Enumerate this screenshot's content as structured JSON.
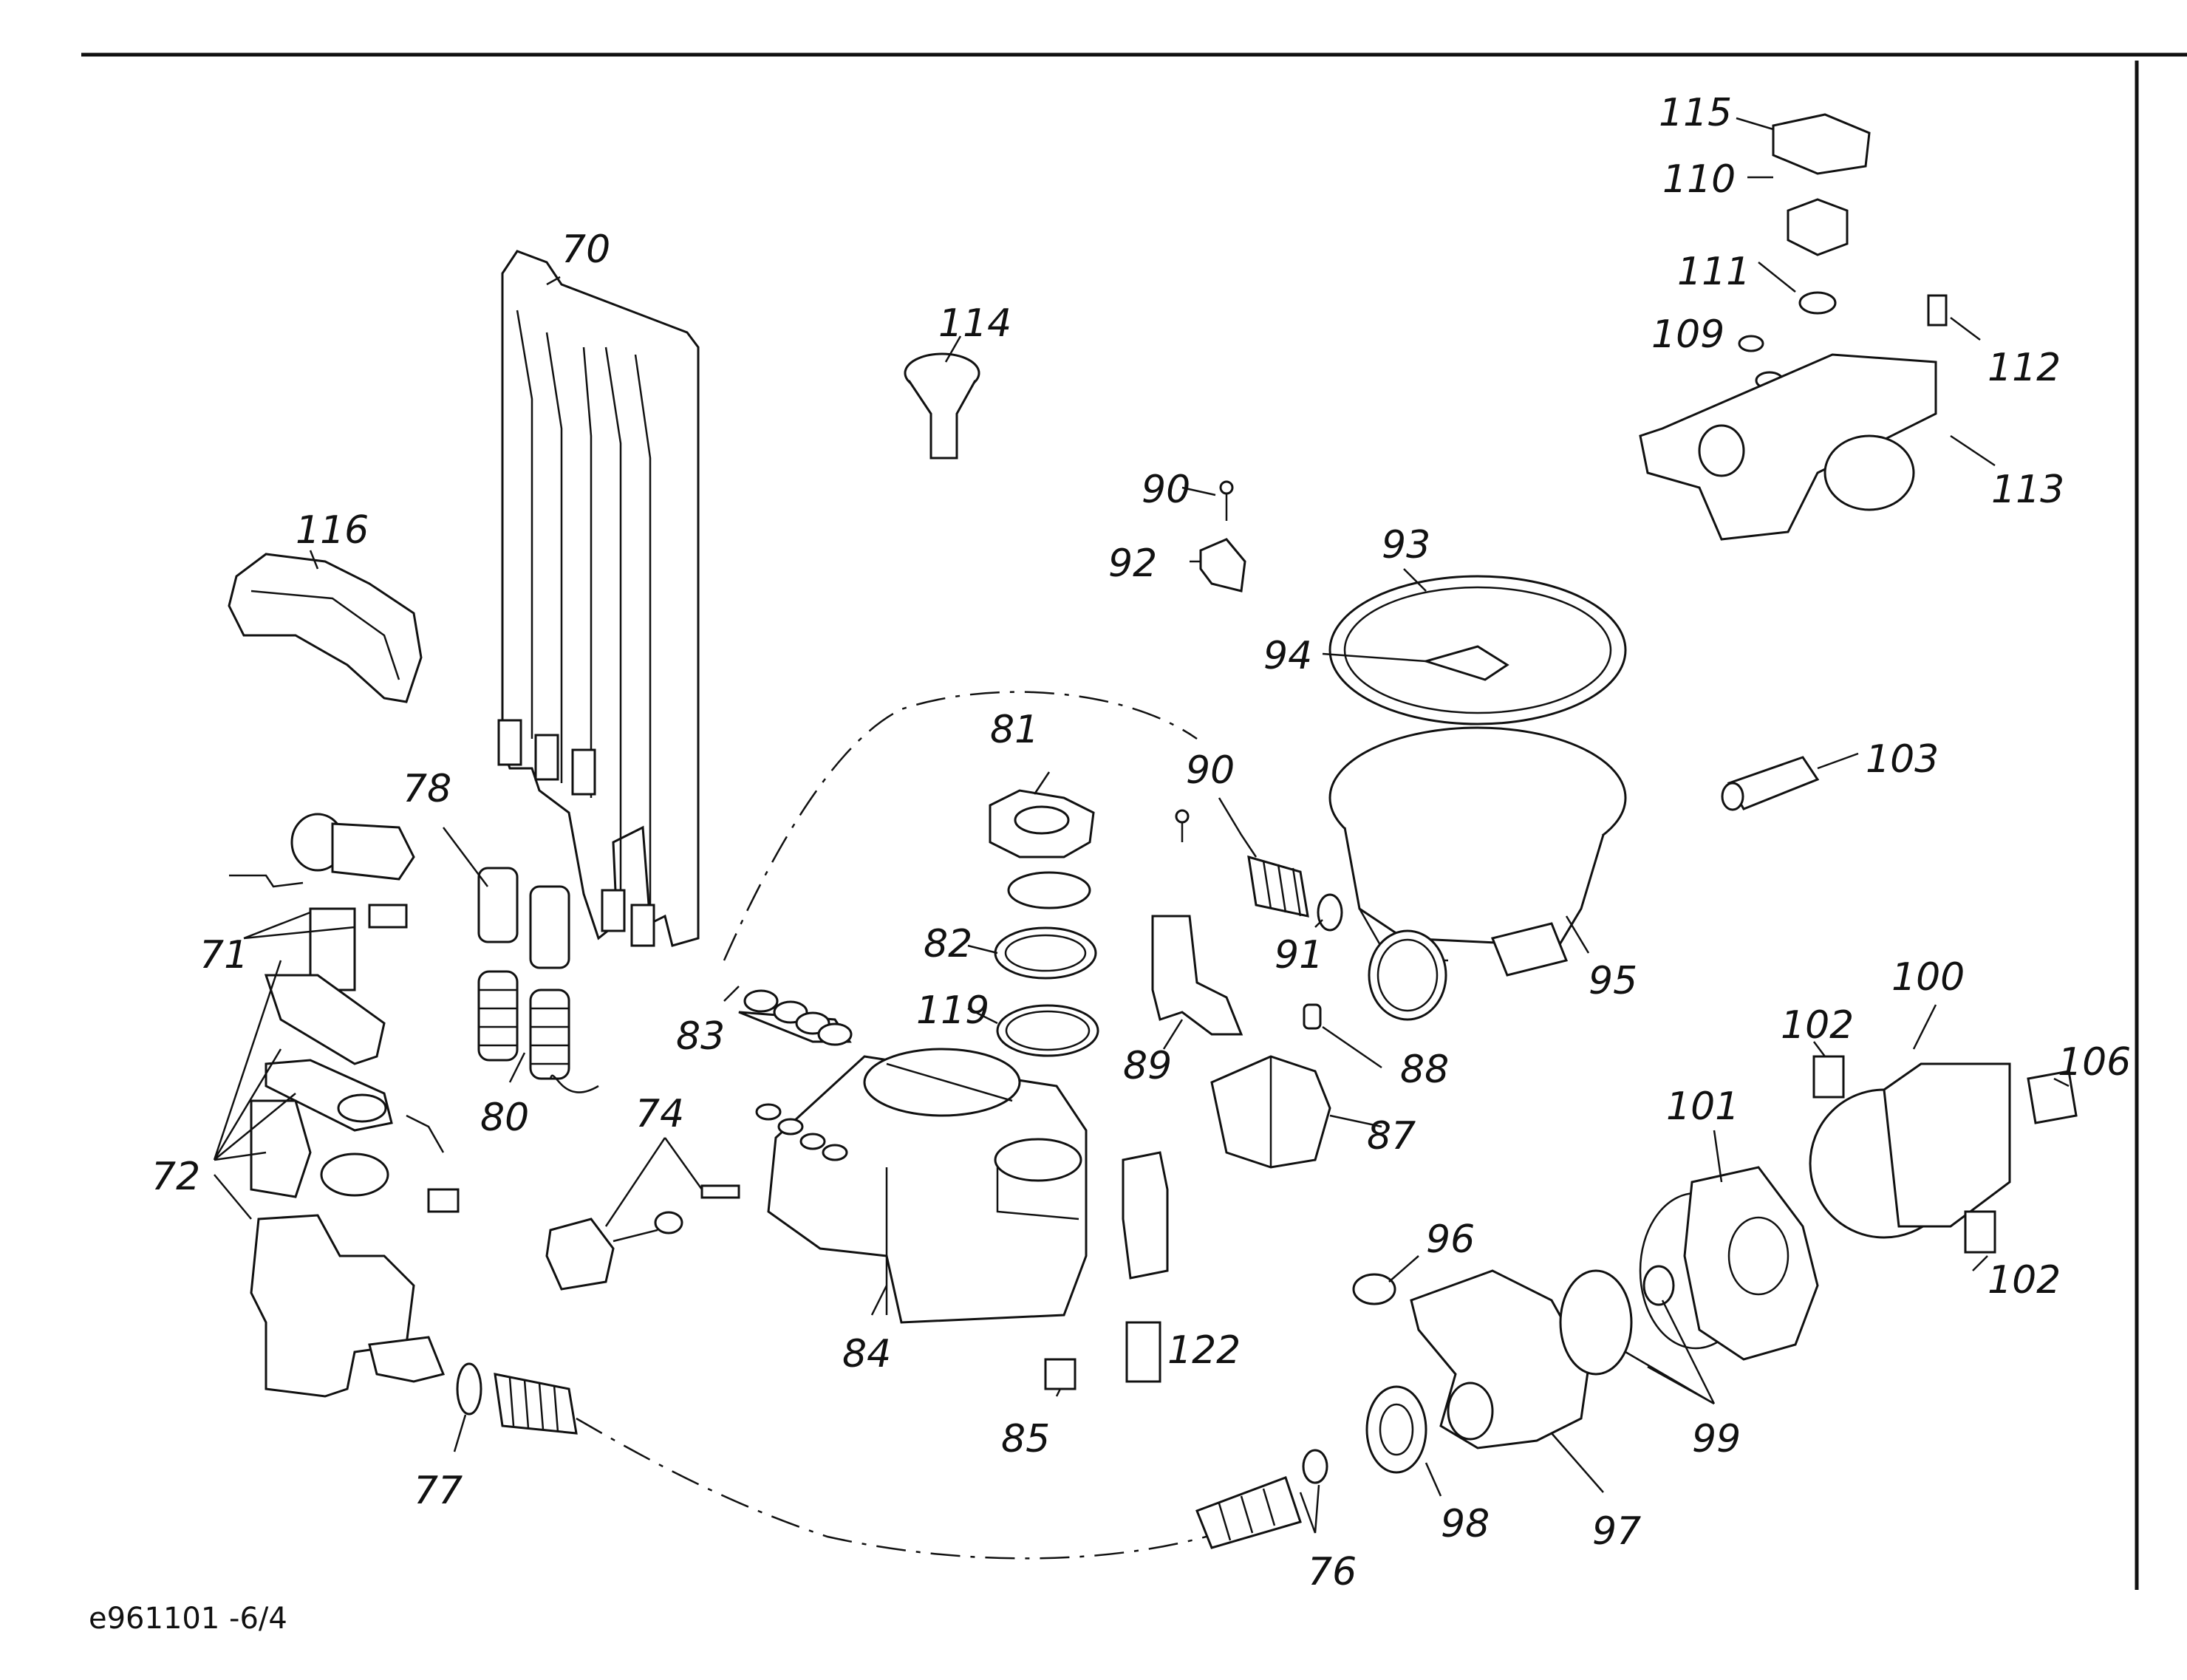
{
  "document_ref": "e961101 -6/4",
  "labels": {
    "p70": "70",
    "p71": "71",
    "p72": "72",
    "p74": "74",
    "p76": "76",
    "p77": "77",
    "p78": "78",
    "p80": "80",
    "p81": "81",
    "p82": "82",
    "p83": "83",
    "p84": "84",
    "p85": "85",
    "p87": "87",
    "p88": "88",
    "p89": "89",
    "p90a": "90",
    "p90b": "90",
    "p91": "91",
    "p92": "92",
    "p93": "93",
    "p94": "94",
    "p95": "95",
    "p96": "96",
    "p97": "97",
    "p98": "98",
    "p99": "99",
    "p100": "100",
    "p101": "101",
    "p102a": "102",
    "p102b": "102",
    "p103": "103",
    "p106": "106",
    "p109": "109",
    "p110": "110",
    "p111": "111",
    "p112": "112",
    "p113": "113",
    "p114": "114",
    "p115": "115",
    "p116": "116",
    "p119": "119",
    "p122": "122"
  }
}
